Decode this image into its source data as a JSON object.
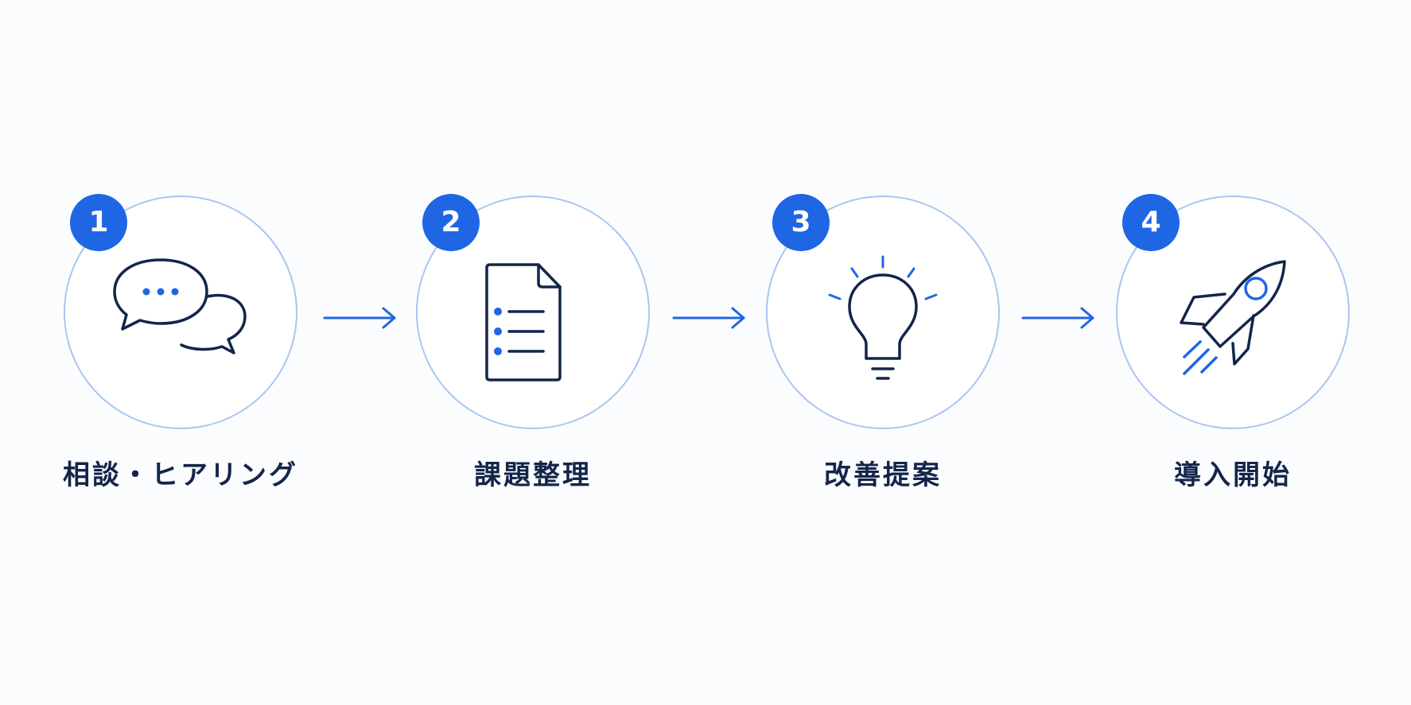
{
  "accent_color": "#1f66e5",
  "circle_border_color": "#a9c6f2",
  "label_color": "#13254a",
  "icon_color": "#13254a",
  "steps": [
    {
      "number": "1",
      "label": "相談・ヒアリング",
      "icon": "chat-bubbles-icon"
    },
    {
      "number": "2",
      "label": "課題整理",
      "icon": "document-list-icon"
    },
    {
      "number": "3",
      "label": "改善提案",
      "icon": "lightbulb-icon"
    },
    {
      "number": "4",
      "label": "導入開始",
      "icon": "rocket-icon"
    }
  ]
}
